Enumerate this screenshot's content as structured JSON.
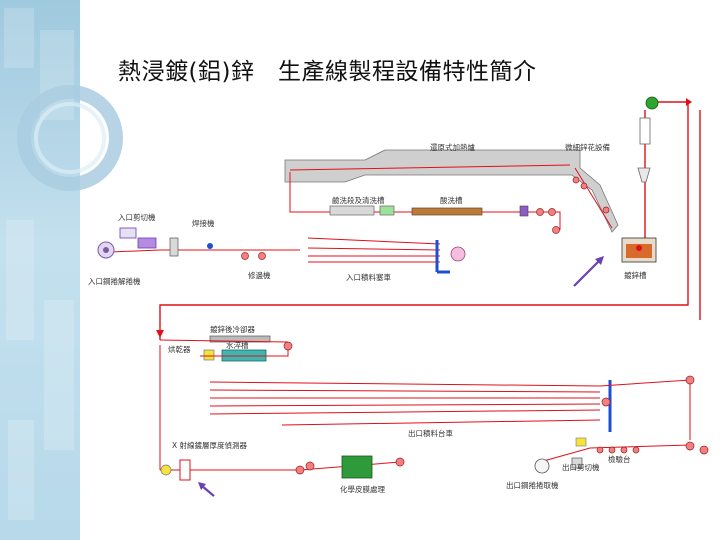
{
  "slide": {
    "title": "熱浸鍍(鋁)鋅　生產線製程設備特性簡介"
  },
  "labels": {
    "preheat_furnace": "還原式加熱爐",
    "zinc_flower": "微細鋅花設備",
    "degrease": "鹼洗段及清洗槽",
    "pickling": "酸洗槽",
    "entry_shear": "入口剪切機",
    "welder": "焊接機",
    "uncoiler": "入口鋼捲解捲機",
    "tension_leveler": "修邊機",
    "entry_looper": "入口積料塞車",
    "zinc_pot": "鍍鋅槽",
    "cooling": "鍍鋅後冷卻器",
    "water_quench": "水淬槽",
    "dryer": "烘乾器",
    "exit_looper": "出口積料台車",
    "xray_gauge": "X 射線鍍層厚度偵測器",
    "chemical_treat": "化學皮膜處理",
    "exit_shear": "出口剪切機",
    "inspection": "檢驗台",
    "recoiler": "出口鋼捲捲取機"
  },
  "colors": {
    "strip": "#e0101a",
    "accent_blue": "#1d4fd6",
    "arrow_purple": "#6a3fb5",
    "roll_green": "#2fa52f",
    "furnace_gray": "#cfcfcf"
  }
}
